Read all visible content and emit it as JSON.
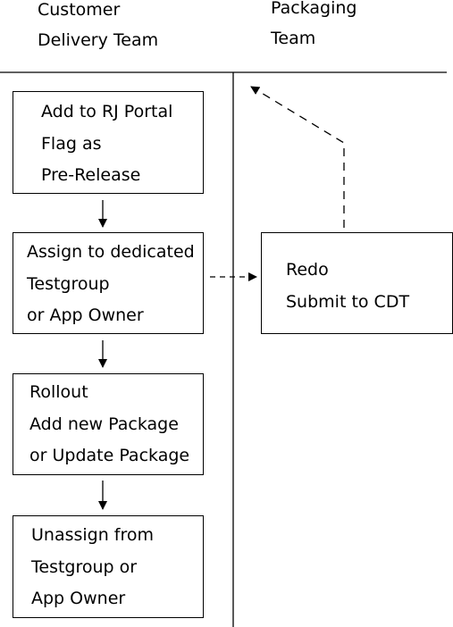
{
  "lanes": {
    "customer_delivery": {
      "line1": "Customer",
      "line2": "Delivery Team"
    },
    "packaging": {
      "line1": "Packaging",
      "line2": "Team"
    }
  },
  "steps": {
    "portal": [
      "Add to RJ Portal",
      "Flag as",
      "Pre-Release"
    ],
    "assign": [
      "Assign to dedicated",
      "Testgroup",
      "or App Owner"
    ],
    "rollout": [
      "Rollout",
      "Add new Package",
      "or Update Package"
    ],
    "unassign": [
      "Unassign from",
      "Testgroup or",
      "App Owner"
    ],
    "redo": [
      "Redo",
      "Submit to CDT"
    ]
  }
}
